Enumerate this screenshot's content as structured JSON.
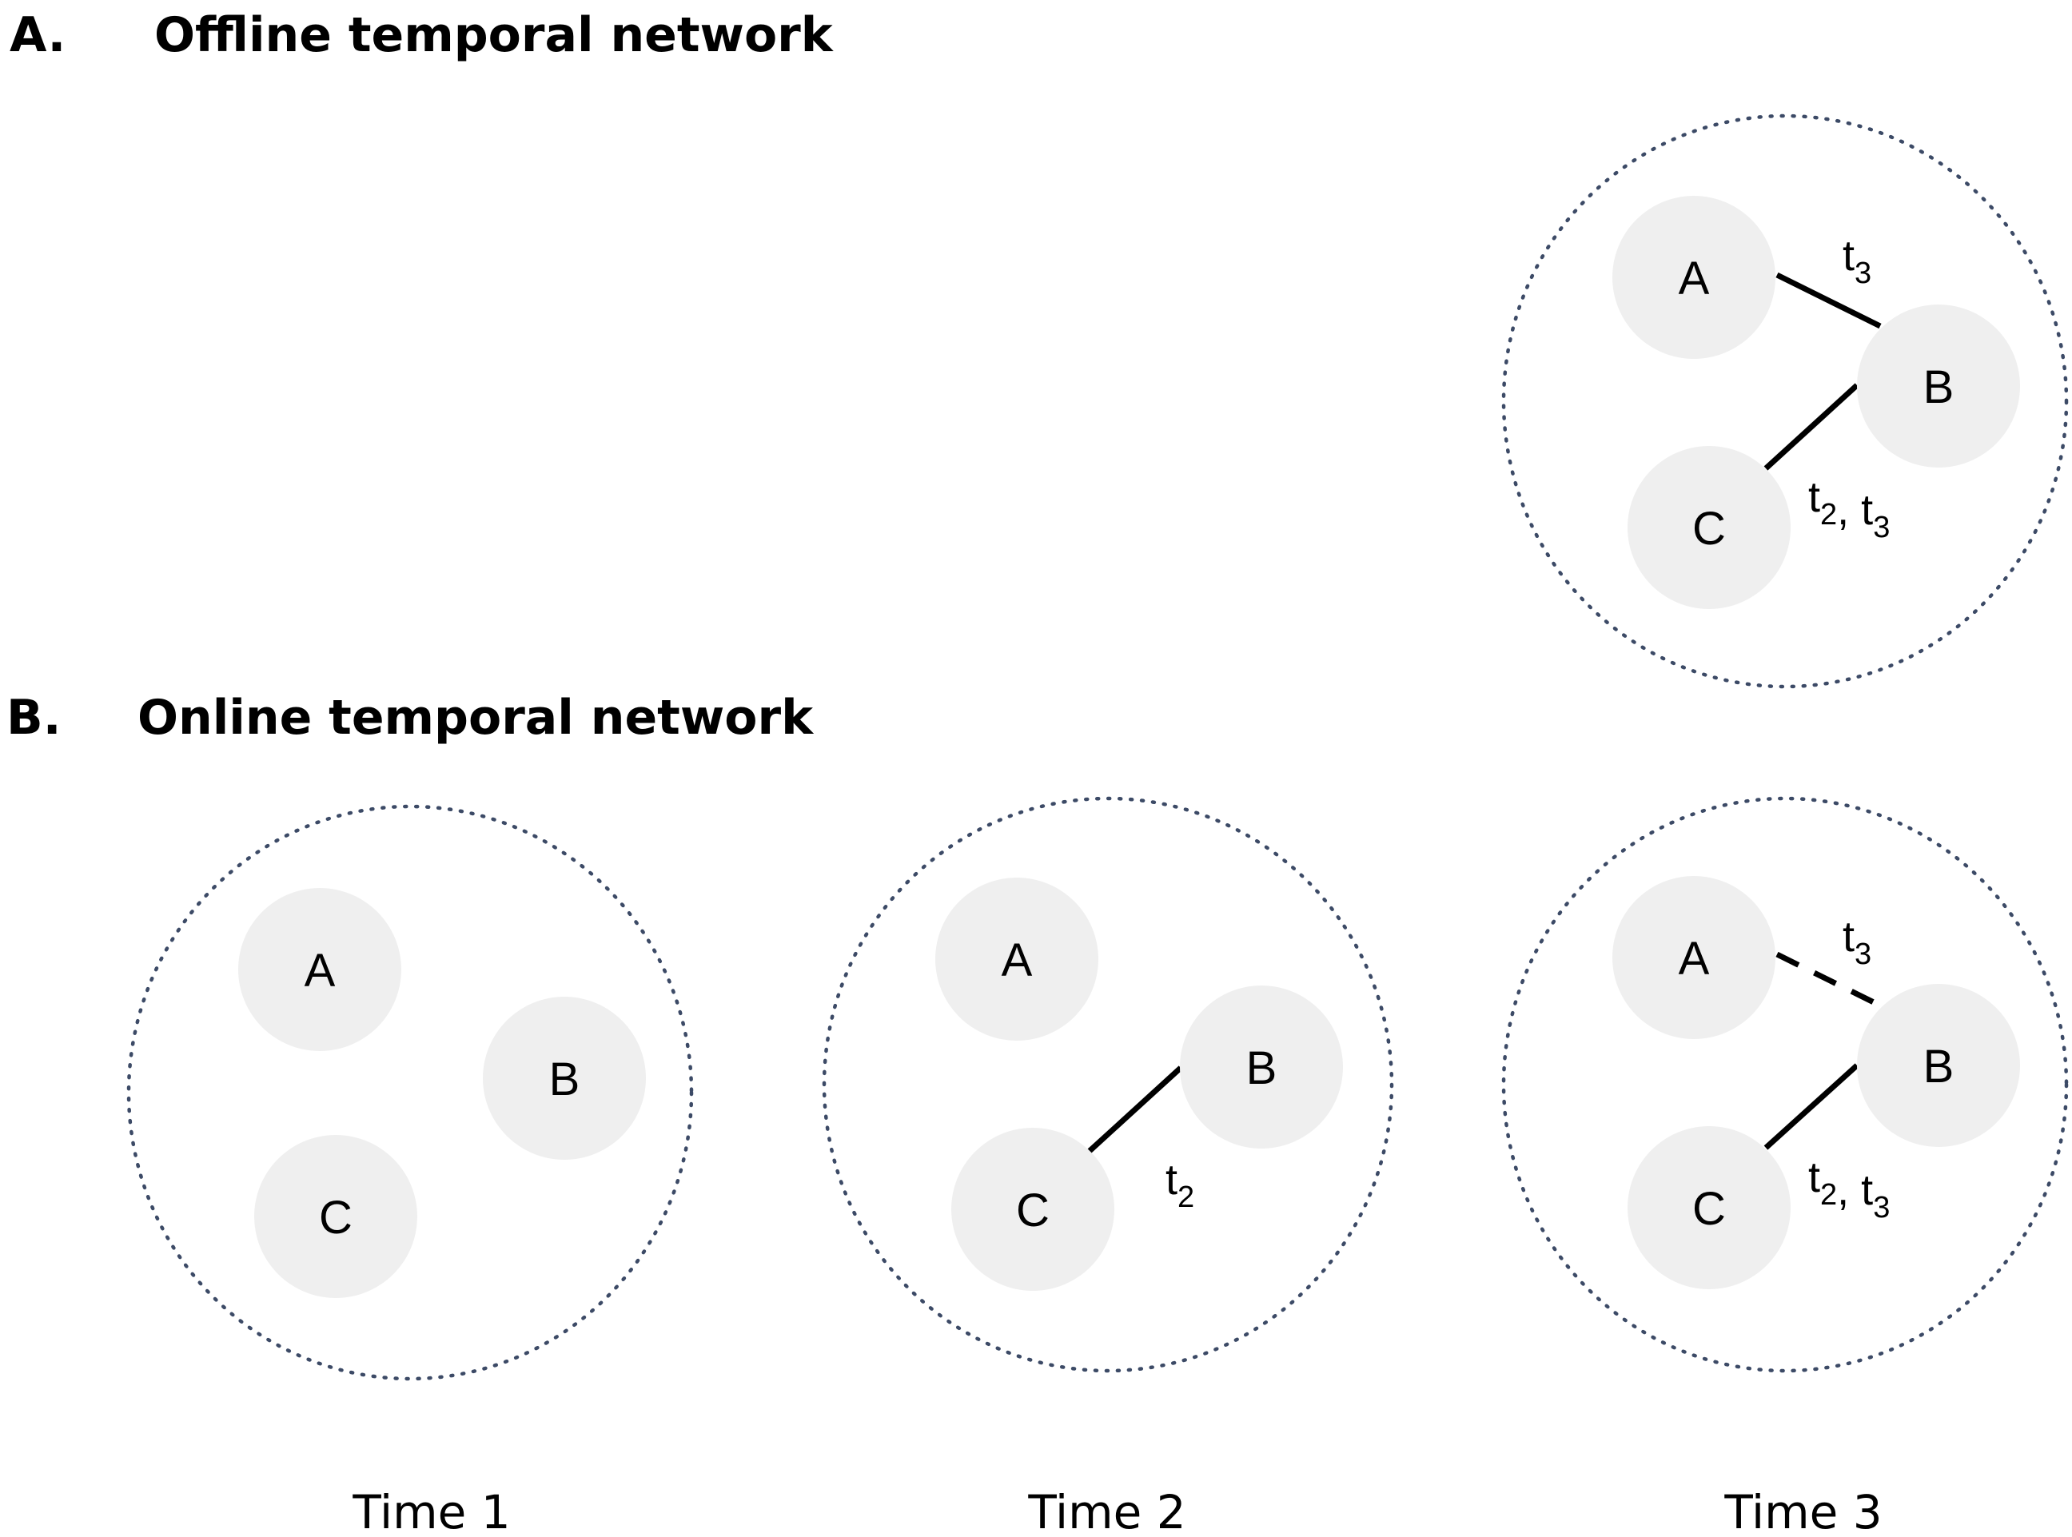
{
  "section_a": {
    "letter": "A.",
    "title": "Offline temporal network",
    "networks": [
      {
        "nodes": [
          "A",
          "B",
          "C"
        ],
        "edges": [
          {
            "from": "A",
            "to": "B",
            "style": "solid",
            "label": [
              [
                "t",
                "3"
              ]
            ]
          },
          {
            "from": "C",
            "to": "B",
            "style": "solid",
            "label": [
              [
                "t",
                "2"
              ],
              [
                ", ",
                ""
              ],
              [
                "t",
                "3"
              ]
            ]
          }
        ]
      }
    ]
  },
  "section_b": {
    "letter": "B.",
    "title": "Online temporal network",
    "networks": [
      {
        "caption": "Time 1",
        "nodes": [
          "A",
          "B",
          "C"
        ],
        "edges": []
      },
      {
        "caption": "Time 2",
        "nodes": [
          "A",
          "B",
          "C"
        ],
        "edges": [
          {
            "from": "C",
            "to": "B",
            "style": "solid",
            "label": [
              [
                "t",
                "2"
              ]
            ]
          }
        ]
      },
      {
        "caption": "Time 3",
        "nodes": [
          "A",
          "B",
          "C"
        ],
        "edges": [
          {
            "from": "A",
            "to": "B",
            "style": "dashed",
            "label": [
              [
                "t",
                "3"
              ]
            ]
          },
          {
            "from": "C",
            "to": "B",
            "style": "solid",
            "label": [
              [
                "t",
                "2"
              ],
              [
                ", ",
                ""
              ],
              [
                "t",
                "3"
              ]
            ]
          }
        ]
      }
    ]
  },
  "colors": {
    "node_fill": "#efefef",
    "boundary": "#3c4a66",
    "edge": "#000000"
  }
}
